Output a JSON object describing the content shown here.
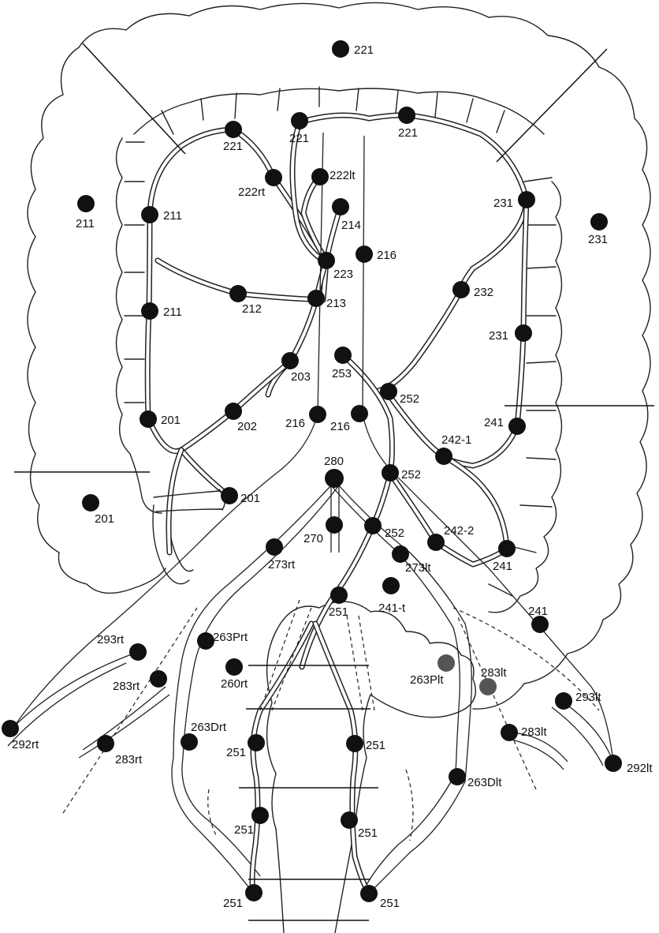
{
  "nodes": [
    {
      "label": "221",
      "color": "#111111"
    },
    {
      "label": "221",
      "color": "#111111"
    },
    {
      "label": "221",
      "color": "#111111"
    },
    {
      "label": "221",
      "color": "#111111"
    },
    {
      "label": "222rt",
      "color": "#111111"
    },
    {
      "label": "222lt",
      "color": "#111111"
    },
    {
      "label": "211",
      "color": "#111111"
    },
    {
      "label": "211",
      "color": "#111111"
    },
    {
      "label": "211",
      "color": "#111111"
    },
    {
      "label": "214",
      "color": "#111111"
    },
    {
      "label": "216",
      "color": "#111111"
    },
    {
      "label": "223",
      "color": "#111111"
    },
    {
      "label": "212",
      "color": "#111111"
    },
    {
      "label": "213",
      "color": "#111111"
    },
    {
      "label": "231",
      "color": "#111111"
    },
    {
      "label": "231",
      "color": "#111111"
    },
    {
      "label": "232",
      "color": "#111111"
    },
    {
      "label": "231",
      "color": "#111111"
    },
    {
      "label": "203",
      "color": "#111111"
    },
    {
      "label": "253",
      "color": "#111111"
    },
    {
      "label": "252",
      "color": "#111111"
    },
    {
      "label": "201",
      "color": "#111111"
    },
    {
      "label": "202",
      "color": "#111111"
    },
    {
      "label": "216",
      "color": "#111111"
    },
    {
      "label": "216",
      "color": "#111111"
    },
    {
      "label": "241",
      "color": "#111111"
    },
    {
      "label": "242-1",
      "color": "#111111"
    },
    {
      "label": "280",
      "color": "#111111"
    },
    {
      "label": "252",
      "color": "#111111"
    },
    {
      "label": "201",
      "color": "#111111"
    },
    {
      "label": "201",
      "color": "#111111"
    },
    {
      "label": "270",
      "color": "#111111"
    },
    {
      "label": "252",
      "color": "#111111"
    },
    {
      "label": "242-2",
      "color": "#111111"
    },
    {
      "label": "273rt",
      "color": "#111111"
    },
    {
      "label": "273lt",
      "color": "#111111"
    },
    {
      "label": "241",
      "color": "#111111"
    },
    {
      "label": "241-t",
      "color": "#111111"
    },
    {
      "label": "251",
      "color": "#111111"
    },
    {
      "label": "241",
      "color": "#111111"
    },
    {
      "label": "293rt",
      "color": "#111111"
    },
    {
      "label": "263Prt",
      "color": "#111111"
    },
    {
      "label": "283rt",
      "color": "#111111"
    },
    {
      "label": "260rt",
      "color": "#111111"
    },
    {
      "label": "263Plt",
      "color": "#555555"
    },
    {
      "label": "283lt",
      "color": "#555555"
    },
    {
      "label": "293lt",
      "color": "#111111"
    },
    {
      "label": "292rt",
      "color": "#111111"
    },
    {
      "label": "263Drt",
      "color": "#111111"
    },
    {
      "label": "283rt",
      "color": "#111111"
    },
    {
      "label": "251",
      "color": "#111111"
    },
    {
      "label": "251",
      "color": "#111111"
    },
    {
      "label": "283lt",
      "color": "#111111"
    },
    {
      "label": "292lt",
      "color": "#111111"
    },
    {
      "label": "263Dlt",
      "color": "#111111"
    },
    {
      "label": "251",
      "color": "#111111"
    },
    {
      "label": "251",
      "color": "#111111"
    },
    {
      "label": "251",
      "color": "#111111"
    },
    {
      "label": "251",
      "color": "#111111"
    }
  ]
}
